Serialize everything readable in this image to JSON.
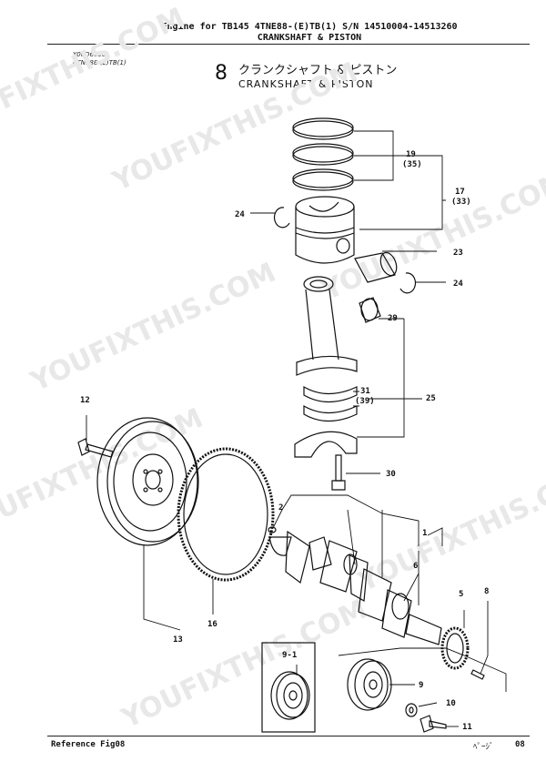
{
  "header": {
    "line1": "Engine for TB145  4TNE88-(E)TB(1)  S/N 14510004-14513260",
    "line2": "CRANKSHAFT & PISTON"
  },
  "sheet": {
    "code": "Y00D6850",
    "model": "4TNE88-(E)TB(1)",
    "fig_number": "8",
    "title_jp": "クランクシャフト & ピストン",
    "title_en": "CRANKSHAFT & PISTON"
  },
  "watermark": "YOUFIXTHIS.COM",
  "callouts": {
    "c19": "19",
    "c35": "(35)",
    "c17": "17",
    "c33": "(33)",
    "c24a": "24",
    "c24b": "24",
    "c23": "23",
    "c29": "29",
    "c31": "31",
    "c39": "(39)",
    "c25": "25",
    "c30": "30",
    "c12": "12",
    "c2": "2",
    "c1": "1",
    "c6": "6",
    "c5": "5",
    "c8": "8",
    "c13": "13",
    "c16": "16",
    "c91": "9-1",
    "c9": "9",
    "c10": "10",
    "c11": "11"
  },
  "footer": {
    "reference": "Reference   Fig08",
    "page_label": "ﾍﾟｰｼﾞ",
    "page_number": "08"
  }
}
